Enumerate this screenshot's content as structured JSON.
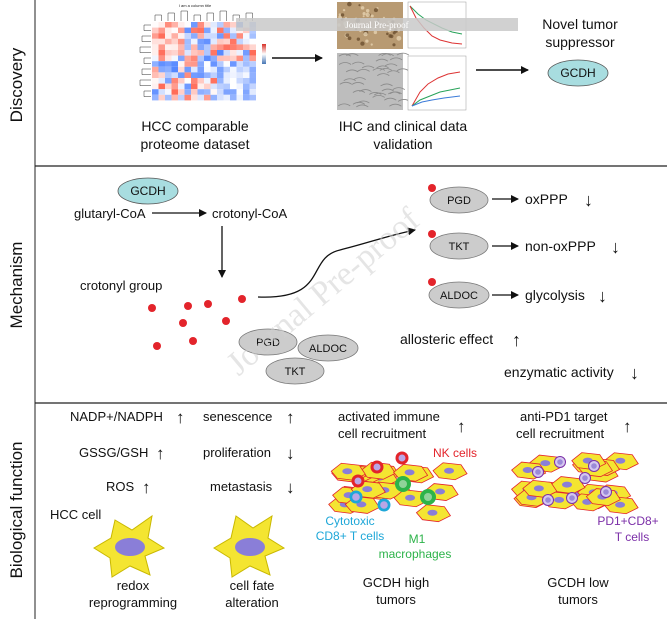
{
  "sections": {
    "discovery": "Discovery",
    "mechanism": "Mechanism",
    "biological": "Biological function"
  },
  "discovery": {
    "heatmap_title": "I am a column title",
    "dataset_label_1": "HCC comparable",
    "dataset_label_2": "proteome dataset",
    "ihc_label_1": "IHC and clinical data",
    "ihc_label_2": "validation",
    "novel_1": "Novel tumor",
    "novel_2": "suppressor",
    "gcdh": "GCDH",
    "watermark_banner": "Journal Pre-proof"
  },
  "mechanism": {
    "gcdh": "GCDH",
    "glutaryl": "glutaryl-CoA",
    "crotonyl": "crotonyl-CoA",
    "crotonyl_group": "crotonyl group",
    "enzymes": [
      "PGD",
      "ALDOC",
      "TKT"
    ],
    "targets": [
      {
        "enzyme": "PGD",
        "pathway": "oxPPP",
        "arrow": "↓"
      },
      {
        "enzyme": "TKT",
        "pathway": "non-oxPPP",
        "arrow": "↓"
      },
      {
        "enzyme": "ALDOC",
        "pathway": "glycolysis",
        "arrow": "↓"
      }
    ],
    "allosteric": "allosteric effect",
    "allosteric_arrow": "↑",
    "enzymatic": "enzymatic activity",
    "enzymatic_arrow": "↓"
  },
  "biological": {
    "left_items": [
      {
        "label": "NADP+/NADPH",
        "arrow": "↑"
      },
      {
        "label": "GSSG/GSH",
        "arrow": "↑"
      },
      {
        "label": "ROS",
        "arrow": "↑"
      }
    ],
    "hcc_cell": "HCC cell",
    "fate_items": [
      {
        "label": "senescence",
        "arrow": "↑"
      },
      {
        "label": "proliferation",
        "arrow": "↓"
      },
      {
        "label": "metastasis",
        "arrow": "↓"
      }
    ],
    "redox_1": "redox",
    "redox_2": "reprogramming",
    "fate_1": "cell fate",
    "fate_2": "alteration",
    "immune_1": "activated immune",
    "immune_2": "cell recruitment",
    "immune_arrow": "↑",
    "nk": "NK cells",
    "cyto_1": "Cytotoxic",
    "cyto_2": "CD8+ T cells",
    "m1_1": "M1",
    "m1_2": "macrophages",
    "high_1": "GCDH high",
    "high_2": "tumors",
    "pd1_1": "anti-PD1 target",
    "pd1_2": "cell recruitment",
    "pd1_arrow": "↑",
    "pd1cells_1": "PD1+CD8+",
    "pd1cells_2": "T cells",
    "low_1": "GCDH low",
    "low_2": "tumors"
  },
  "watermark": "Journal Pre-proof",
  "colors": {
    "ellipse_fill": "#a8dde0",
    "enzyme_fill": "#cccccc",
    "dot_red": "#e3242b",
    "cell_yellow": "#f4e531",
    "cell_purple": "#8a7ed8",
    "nk_red": "#e3242b",
    "cyto_blue": "#1ea7d8",
    "m1_green": "#2db34a",
    "pd1_purple": "#7b2fa8"
  }
}
